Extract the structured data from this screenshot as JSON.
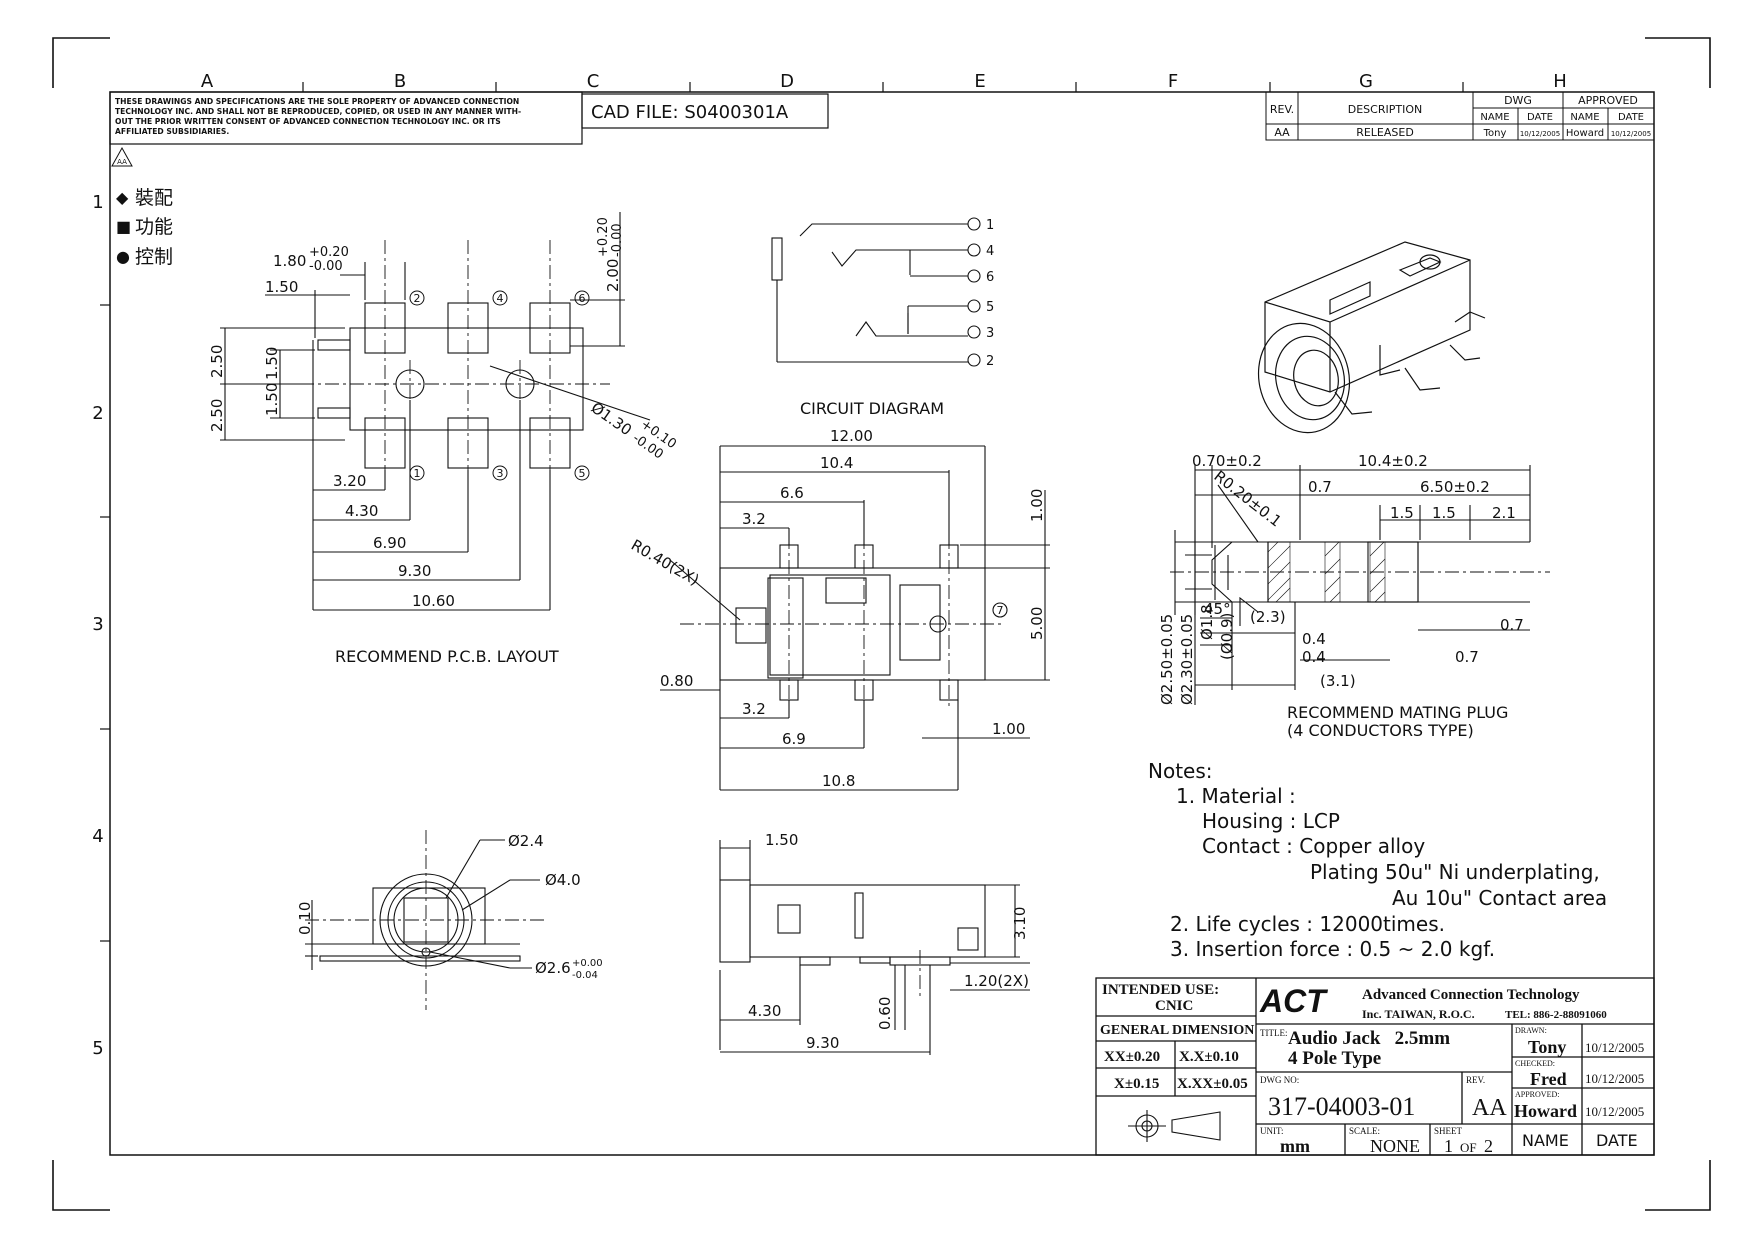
{
  "grid": {
    "columns": [
      "A",
      "B",
      "C",
      "D",
      "E",
      "F",
      "G",
      "H"
    ],
    "rows": [
      "1",
      "2",
      "3",
      "4",
      "5"
    ]
  },
  "header": {
    "proprietary_notice": [
      "THESE DRAWINGS AND SPECIFICATIONS ARE THE SOLE PROPERTY OF ADVANCED CONNECTION",
      "TECHNOLOGY INC. AND SHALL NOT BE REPRODUCED, COPIED, OR USED IN ANY MANNER WITH-",
      "OUT THE PRIOR WRITTEN CONSENT OF ADVANCED CONNECTION TECHNOLOGY INC. OR ITS",
      "AFFILIATED SUBSIDIARIES."
    ],
    "cad_file": "CAD FILE: S0400301A",
    "rev_badge": "AA"
  },
  "revision": {
    "rev_label": "REV.",
    "description_label": "DESCRIPTION",
    "dwg_label": "DWG",
    "approved_label": "APPROVED",
    "name_label": "NAME",
    "date_label": "DATE",
    "rev": "AA",
    "description": "RELEASED",
    "dwg_name": "Tony",
    "dwg_date": "10/12/2005",
    "approved_name": "Howard",
    "approved_date": "10/12/2005"
  },
  "legend": [
    {
      "symbol": "◆",
      "label": "裝配"
    },
    {
      "symbol": "■",
      "label": "功能"
    },
    {
      "symbol": "●",
      "label": "控制"
    }
  ],
  "pcb_layout": {
    "caption": "RECOMMEND P.C.B. LAYOUT",
    "dims": {
      "d180": "1.80",
      "d180_tol_plus": "+0.20",
      "d180_tol_minus": "-0.00",
      "d150_top": "1.50",
      "d200": "2.00",
      "d200_tol_plus": "+0.20",
      "d200_tol_minus": "-0.00",
      "d250_a": "2.50",
      "d250_b": "2.50",
      "d150_v": "1.50",
      "d150_v2": "1.50",
      "hole": "Ø1.30",
      "hole_tol_plus": "+0.10",
      "hole_tol_minus": "-0.00",
      "d320": "3.20",
      "d430": "4.30",
      "d690": "6.90",
      "d930": "9.30",
      "d1060": "10.60"
    },
    "pins": [
      "1",
      "2",
      "3",
      "4",
      "5",
      "6"
    ]
  },
  "circuit": {
    "caption": "CIRCUIT DIAGRAM",
    "pins": [
      "1",
      "4",
      "6",
      "5",
      "3",
      "2"
    ]
  },
  "top_view": {
    "dims": {
      "d1200": "12.00",
      "d104": "10.4",
      "d66": "6.6",
      "d32": "3.2",
      "radius": "R0.40(2X)",
      "d100_top": "1.00",
      "d500": "5.00",
      "d080": "0.80",
      "d32_b": "3.2",
      "d69": "6.9",
      "d100_b": "1.00",
      "d108": "10.8",
      "pin7": "7"
    }
  },
  "front_view": {
    "dims": {
      "d24": "Ø2.4",
      "d40": "Ø4.0",
      "d010": "0.10",
      "d26": "Ø2.6",
      "d26_tol_plus": "+0.00",
      "d26_tol_minus": "-0.04"
    }
  },
  "side_view": {
    "dims": {
      "d150": "1.50",
      "d310": "3.10",
      "d120": "1.20(2X)",
      "d430": "4.30",
      "d060": "0.60",
      "d930": "9.30"
    }
  },
  "plug": {
    "caption_1": "RECOMMEND MATING PLUG",
    "caption_2": "(4 CONDUCTORS TYPE)",
    "dims": {
      "d070": "0.70±0.2",
      "d104": "10.4±0.2",
      "d07": "0.7",
      "d650": "6.50±0.2",
      "radius": "R0.20±0.1",
      "d15a": "1.5",
      "d15b": "1.5",
      "d21": "2.1",
      "angle": "45°",
      "d23": "(2.3)",
      "d04a": "0.4",
      "d04b": "0.4",
      "d31": "(3.1)",
      "d07r": "0.7",
      "d07b": "0.7",
      "d250": "Ø2.50±0.05",
      "d230": "Ø2.30±0.05",
      "d18": "Ø1.8",
      "d09": "(Ø0.9)"
    }
  },
  "notes": {
    "title": "Notes:",
    "lines": [
      "1. Material :",
      "Housing : LCP",
      "Contact : Copper alloy",
      "Plating 50u\" Ni underplating,",
      "Au 10u\" Contact area",
      "2. Life cycles : 12000times.",
      "3. Insertion force : 0.5 ~ 2.0 kgf."
    ]
  },
  "title_block": {
    "intended_use_label": "INTENDED USE:",
    "intended_use": "CNIC",
    "general_dimension": "GENERAL DIMENSION",
    "tol_xx": "XX±0.20",
    "tol_x_x": "X.X±0.10",
    "tol_x": "X±0.15",
    "tol_x_xx": "X.XX±0.05",
    "logo": "ACT",
    "company_1": "Advanced Connection Technology",
    "company_2": "Inc. TAIWAN, R.O.C.",
    "tel": "TEL: 886-2-88091060",
    "title_label": "TITLE:",
    "title_1": "Audio Jack   2.5mm",
    "title_2": "4 Pole Type",
    "drawn_label": "DRAWN:",
    "drawn": "Tony",
    "drawn_date": "10/12/2005",
    "checked_label": "CHECKED:",
    "checked": "Fred",
    "checked_date": "10/12/2005",
    "approved_label": "APPROVED:",
    "approved": "Howard",
    "approved_date": "10/12/2005",
    "dwg_no_label": "DWG NO:",
    "dwg_no": "317-04003-01",
    "rev_label": "REV.",
    "rev": "AA",
    "unit_label": "UNIT:",
    "unit": "mm",
    "scale_label": "SCALE:",
    "scale": "NONE",
    "sheet_label": "SHEET",
    "sheet_no": "1",
    "sheet_of": "OF",
    "sheet_total": "2",
    "name_label": "NAME",
    "date_label": "DATE"
  }
}
